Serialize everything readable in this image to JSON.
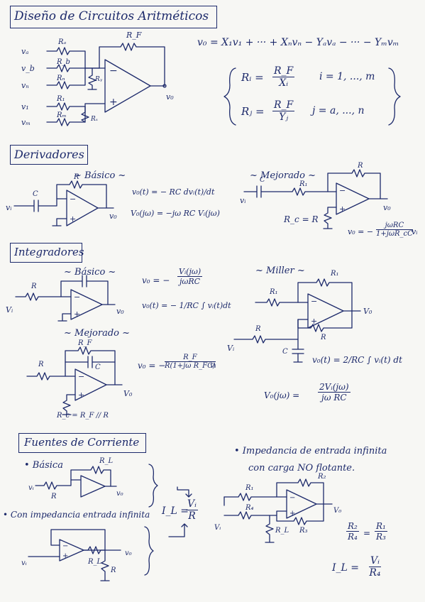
{
  "sections": {
    "s1": "Diseño de Circuitos Aritméticos",
    "s2": "Derivadores",
    "s3": "Integradores",
    "s4": "Fuentes de Corriente"
  },
  "subs": {
    "basico": "~ Básico ~",
    "mejorado": "~ Mejorado ~",
    "miller": "~ Miller ~",
    "basica": "• Básica",
    "con_imp": "• Con impedancia entrada infinita",
    "imp_inf": "• Impedancia de entrada infinita",
    "carga_nf": "con carga NO flotante."
  },
  "eq": {
    "arit_main": "v₀ = X₁v₁ + ··· + Xₙvₙ − Yₐvₐ − ··· − Yₘvₘ",
    "ri_num": "R_F",
    "ri_den": "Xᵢ",
    "ri_lhs": "Rᵢ =",
    "ri_range": "i = 1, ..., m",
    "rj_num": "R_F",
    "rj_den": "Yⱼ",
    "rj_lhs": "Rⱼ =",
    "rj_range": "j = a, ..., n",
    "der_vt": "v₀(t) = − RC dvᵢ(t)/dt",
    "der_vjw": "V₀(jω) = −jω RC Vᵢ(jω)",
    "der_mej_r": "R_c = R",
    "der_mej_v0": "v₀ = −",
    "der_mej_num": "jωRC",
    "der_mej_den": "1+jωR_cC",
    "der_mej_vi": "vᵢ",
    "int_v0": "v₀ = −",
    "int_num": "Vᵢ(jω)",
    "int_den": "jωRC",
    "int_vt": "v₀(t) = − 1/RC ∫ vᵢ(t)dt",
    "int_mej_v0": "v₀ = −",
    "int_mej_num": "R_F",
    "int_mej_den": "R(1+jω R_FC)",
    "int_mej_vi": "vᵢ",
    "int_mej_rc": "R_c = R_F // R",
    "mil_vt": "v₀(t) = 2/RC ∫ vᵢ(t) dt",
    "mil_vjw_lhs": "V₀(jω) =",
    "mil_vjw_num": "2Vᵢ(jω)",
    "mil_vjw_den": "jω RC",
    "il_lhs": "I_L =",
    "il_num": "Vᵢ",
    "il_den": "R",
    "r_ratio_l_num": "R₂",
    "r_ratio_l_den": "R₄",
    "r_ratio_r_num": "R₁",
    "r_ratio_r_den": "R₃",
    "il2_lhs": "I_L =",
    "il2_num": "Vᵢ",
    "il2_den": "R₄"
  },
  "labels": {
    "rf": "R_F",
    "ra": "Rₐ",
    "rb": "R_b",
    "rn": "Rₙ",
    "r1": "R₁",
    "rm": "Rₘ",
    "ry": "Rᵧ",
    "rx": "Rₓ",
    "va": "vₐ",
    "vb": "v_b",
    "vn": "vₙ",
    "v1": "v₁",
    "vm": "vₘ",
    "vo": "v₀",
    "vi": "vᵢ",
    "r": "R",
    "c": "C",
    "rl": "R_L",
    "r2": "R₂",
    "r3": "R₃",
    "r4": "R₄",
    "rc": "R_c"
  }
}
